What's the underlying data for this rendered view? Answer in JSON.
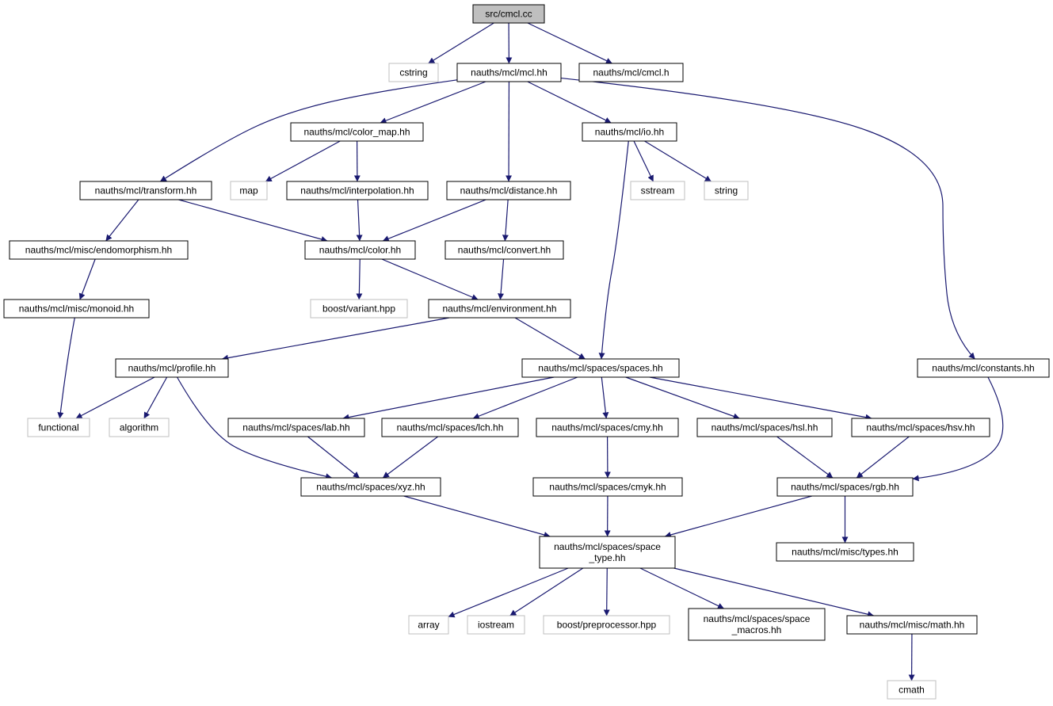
{
  "graph": {
    "colors": {
      "edge": "#191970",
      "node_border": "#000000",
      "external_border": "#bfbfbf",
      "root_fill": "#bfbfbf",
      "node_fill": "#ffffff"
    },
    "nodes": [
      {
        "id": "cmcl_cc",
        "lines": [
          "src/cmcl.cc"
        ],
        "kind": "root"
      },
      {
        "id": "cstring",
        "lines": [
          "cstring"
        ],
        "kind": "external"
      },
      {
        "id": "mcl_hh",
        "lines": [
          "nauths/mcl/mcl.hh"
        ],
        "kind": "node"
      },
      {
        "id": "cmcl_h",
        "lines": [
          "nauths/mcl/cmcl.h"
        ],
        "kind": "node"
      },
      {
        "id": "color_map",
        "lines": [
          "nauths/mcl/color_map.hh"
        ],
        "kind": "node"
      },
      {
        "id": "io",
        "lines": [
          "nauths/mcl/io.hh"
        ],
        "kind": "node"
      },
      {
        "id": "transform",
        "lines": [
          "nauths/mcl/transform.hh"
        ],
        "kind": "node"
      },
      {
        "id": "map",
        "lines": [
          "map"
        ],
        "kind": "external"
      },
      {
        "id": "interpolation",
        "lines": [
          "nauths/mcl/interpolation.hh"
        ],
        "kind": "node"
      },
      {
        "id": "distance",
        "lines": [
          "nauths/mcl/distance.hh"
        ],
        "kind": "node"
      },
      {
        "id": "sstream",
        "lines": [
          "sstream"
        ],
        "kind": "external"
      },
      {
        "id": "string",
        "lines": [
          "string"
        ],
        "kind": "external"
      },
      {
        "id": "endomorphism",
        "lines": [
          "nauths/mcl/misc/endomorphism.hh"
        ],
        "kind": "node"
      },
      {
        "id": "color",
        "lines": [
          "nauths/mcl/color.hh"
        ],
        "kind": "node"
      },
      {
        "id": "convert",
        "lines": [
          "nauths/mcl/convert.hh"
        ],
        "kind": "node"
      },
      {
        "id": "monoid",
        "lines": [
          "nauths/mcl/misc/monoid.hh"
        ],
        "kind": "node"
      },
      {
        "id": "variant",
        "lines": [
          "boost/variant.hpp"
        ],
        "kind": "external"
      },
      {
        "id": "environment",
        "lines": [
          "nauths/mcl/environment.hh"
        ],
        "kind": "node"
      },
      {
        "id": "profile",
        "lines": [
          "nauths/mcl/profile.hh"
        ],
        "kind": "node"
      },
      {
        "id": "spaces",
        "lines": [
          "nauths/mcl/spaces/spaces.hh"
        ],
        "kind": "node"
      },
      {
        "id": "constants",
        "lines": [
          "nauths/mcl/constants.hh"
        ],
        "kind": "node"
      },
      {
        "id": "functional",
        "lines": [
          "functional"
        ],
        "kind": "external"
      },
      {
        "id": "algorithm",
        "lines": [
          "algorithm"
        ],
        "kind": "external"
      },
      {
        "id": "lab",
        "lines": [
          "nauths/mcl/spaces/lab.hh"
        ],
        "kind": "node"
      },
      {
        "id": "lch",
        "lines": [
          "nauths/mcl/spaces/lch.hh"
        ],
        "kind": "node"
      },
      {
        "id": "cmy",
        "lines": [
          "nauths/mcl/spaces/cmy.hh"
        ],
        "kind": "node"
      },
      {
        "id": "hsl",
        "lines": [
          "nauths/mcl/spaces/hsl.hh"
        ],
        "kind": "node"
      },
      {
        "id": "hsv",
        "lines": [
          "nauths/mcl/spaces/hsv.hh"
        ],
        "kind": "node"
      },
      {
        "id": "xyz",
        "lines": [
          "nauths/mcl/spaces/xyz.hh"
        ],
        "kind": "node"
      },
      {
        "id": "cmyk",
        "lines": [
          "nauths/mcl/spaces/cmyk.hh"
        ],
        "kind": "node"
      },
      {
        "id": "rgb",
        "lines": [
          "nauths/mcl/spaces/rgb.hh"
        ],
        "kind": "node"
      },
      {
        "id": "space_type",
        "lines": [
          "nauths/mcl/spaces/space",
          "_type.hh"
        ],
        "kind": "node"
      },
      {
        "id": "types",
        "lines": [
          "nauths/mcl/misc/types.hh"
        ],
        "kind": "node"
      },
      {
        "id": "array",
        "lines": [
          "array"
        ],
        "kind": "external"
      },
      {
        "id": "iostream",
        "lines": [
          "iostream"
        ],
        "kind": "external"
      },
      {
        "id": "preprocessor",
        "lines": [
          "boost/preprocessor.hpp"
        ],
        "kind": "external"
      },
      {
        "id": "space_macros",
        "lines": [
          "nauths/mcl/spaces/space",
          "_macros.hh"
        ],
        "kind": "node"
      },
      {
        "id": "math",
        "lines": [
          "nauths/mcl/misc/math.hh"
        ],
        "kind": "node"
      },
      {
        "id": "cmath",
        "lines": [
          "cmath"
        ],
        "kind": "external"
      }
    ],
    "edges": [
      {
        "from": "cmcl_cc",
        "to": "cstring"
      },
      {
        "from": "cmcl_cc",
        "to": "mcl_hh"
      },
      {
        "from": "cmcl_cc",
        "to": "cmcl_h"
      },
      {
        "from": "mcl_hh",
        "to": "transform"
      },
      {
        "from": "mcl_hh",
        "to": "color_map"
      },
      {
        "from": "mcl_hh",
        "to": "distance"
      },
      {
        "from": "mcl_hh",
        "to": "io"
      },
      {
        "from": "mcl_hh",
        "to": "constants"
      },
      {
        "from": "color_map",
        "to": "map"
      },
      {
        "from": "color_map",
        "to": "interpolation"
      },
      {
        "from": "io",
        "to": "sstream"
      },
      {
        "from": "io",
        "to": "string"
      },
      {
        "from": "io",
        "to": "spaces"
      },
      {
        "from": "transform",
        "to": "endomorphism"
      },
      {
        "from": "transform",
        "to": "color"
      },
      {
        "from": "interpolation",
        "to": "color"
      },
      {
        "from": "distance",
        "to": "color"
      },
      {
        "from": "distance",
        "to": "convert"
      },
      {
        "from": "endomorphism",
        "to": "monoid"
      },
      {
        "from": "color",
        "to": "variant"
      },
      {
        "from": "color",
        "to": "environment"
      },
      {
        "from": "convert",
        "to": "environment"
      },
      {
        "from": "monoid",
        "to": "functional"
      },
      {
        "from": "environment",
        "to": "profile"
      },
      {
        "from": "environment",
        "to": "spaces"
      },
      {
        "from": "profile",
        "to": "functional"
      },
      {
        "from": "profile",
        "to": "algorithm"
      },
      {
        "from": "profile",
        "to": "xyz"
      },
      {
        "from": "spaces",
        "to": "lab"
      },
      {
        "from": "spaces",
        "to": "lch"
      },
      {
        "from": "spaces",
        "to": "cmy"
      },
      {
        "from": "spaces",
        "to": "hsl"
      },
      {
        "from": "spaces",
        "to": "hsv"
      },
      {
        "from": "constants",
        "to": "rgb"
      },
      {
        "from": "lab",
        "to": "xyz"
      },
      {
        "from": "lch",
        "to": "xyz"
      },
      {
        "from": "cmy",
        "to": "cmyk"
      },
      {
        "from": "hsl",
        "to": "rgb"
      },
      {
        "from": "hsv",
        "to": "rgb"
      },
      {
        "from": "xyz",
        "to": "space_type"
      },
      {
        "from": "cmyk",
        "to": "space_type"
      },
      {
        "from": "rgb",
        "to": "space_type"
      },
      {
        "from": "rgb",
        "to": "types"
      },
      {
        "from": "space_type",
        "to": "array"
      },
      {
        "from": "space_type",
        "to": "iostream"
      },
      {
        "from": "space_type",
        "to": "preprocessor"
      },
      {
        "from": "space_type",
        "to": "space_macros"
      },
      {
        "from": "space_type",
        "to": "math"
      },
      {
        "from": "math",
        "to": "cmath"
      }
    ]
  }
}
